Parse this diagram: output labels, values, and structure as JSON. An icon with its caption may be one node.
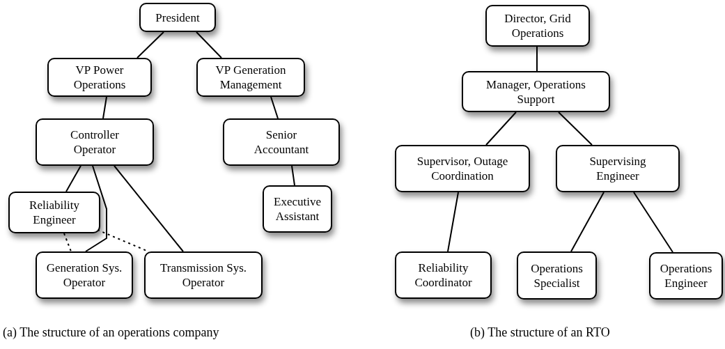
{
  "diagram": {
    "nodes": [
      {
        "text": [
          "President"
        ]
      },
      {
        "text": [
          "VP Power Operations"
        ]
      },
      {
        "text": [
          "VP Generation Management"
        ]
      },
      {
        "text": [
          "Controller Operator"
        ]
      },
      {
        "text": [
          "Senior Accountant"
        ]
      },
      {
        "text": [
          "Reliability Engineer"
        ]
      },
      {
        "text": [
          "Executive Assistant"
        ]
      },
      {
        "text": [
          "Generation Sys. Operator"
        ]
      },
      {
        "text": [
          "Transmission Sys. Operator"
        ]
      },
      {
        "text": [
          "Director, Grid Operations"
        ]
      },
      {
        "text": [
          "Manager, Operations Support"
        ]
      },
      {
        "text": [
          "Supervisor, Outage Coordination"
        ]
      },
      {
        "text": [
          "Supervising Engineer"
        ]
      },
      {
        "text": [
          "Reliability Coordinator"
        ]
      },
      {
        "text": [
          "Operations Specialist"
        ]
      },
      {
        "text": [
          "Operations Engineer"
        ]
      }
    ],
    "edges": [
      {
        "from": 0,
        "to": 1,
        "arrow": "none"
      },
      {
        "from": 0,
        "to": 2,
        "arrow": "none"
      },
      {
        "from": 1,
        "to": 3,
        "arrow": "none"
      },
      {
        "from": 2,
        "to": 4,
        "arrow": "none"
      },
      {
        "from": 4,
        "to": 6,
        "arrow": "none"
      },
      {
        "from": 3,
        "to": 5,
        "arrow": "none"
      },
      {
        "from": 3,
        "to": 7,
        "arrow": "none"
      },
      {
        "from": 3,
        "to": 8,
        "arrow": "none"
      },
      {
        "from": 5,
        "to": 7,
        "arrow": "none",
        "style": "dashed"
      },
      {
        "from": 5,
        "to": 8,
        "arrow": "none",
        "style": "dashed"
      },
      {
        "from": 9,
        "to": 10,
        "arrow": "none"
      },
      {
        "from": 10,
        "to": 11,
        "arrow": "none"
      },
      {
        "from": 10,
        "to": 12,
        "arrow": "none"
      },
      {
        "from": 11,
        "to": 13,
        "arrow": "none"
      },
      {
        "from": 12,
        "to": 14,
        "arrow": "none"
      },
      {
        "from": 12,
        "to": 15,
        "arrow": "none"
      }
    ],
    "labels": [
      "(a) The structure of an operations company",
      "(b) The structure of an RTO"
    ]
  }
}
